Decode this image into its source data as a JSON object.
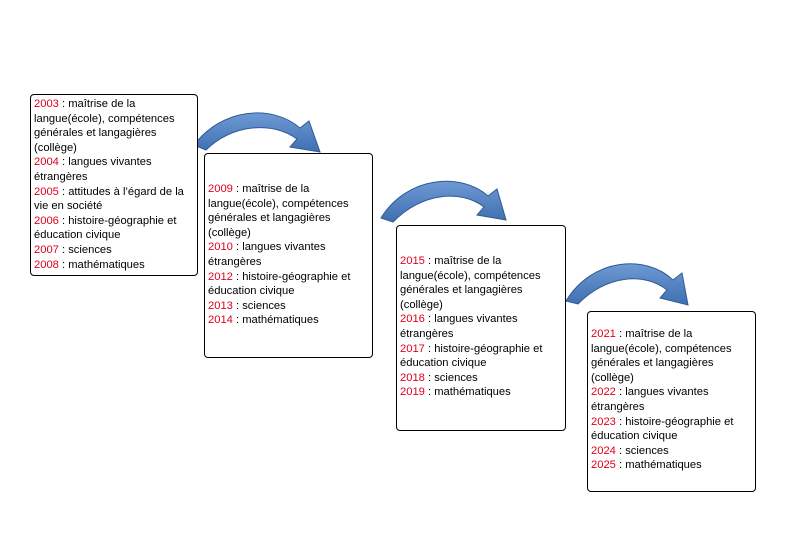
{
  "boxes": [
    {
      "entries": [
        {
          "year": "2003",
          "text": " : maîtrise de la langue(école), compétences générales et langagières (collège)"
        },
        {
          "year": "2004",
          "text": " : langues vivantes étrangères"
        },
        {
          "year": "2005",
          "text": " : attitudes à l’égard de la vie en société"
        },
        {
          "year": "2006",
          "text": " : histoire-géographie et éducation civique"
        },
        {
          "year": "2007",
          "text": " : sciences"
        },
        {
          "year": "2008",
          "text": " : mathématiques"
        }
      ]
    },
    {
      "entries": [
        {
          "year": "2009",
          "text": " : maîtrise de la langue(école), compétences générales et langagières (collège)"
        },
        {
          "year": "2010",
          "text": " : langues vivantes étrangères"
        },
        {
          "year": " 2012",
          "text": " : histoire-géographie et éducation civique"
        },
        {
          "year": "2013",
          "text": " : sciences"
        },
        {
          "year": "2014",
          "text": " : mathématiques"
        }
      ]
    },
    {
      "entries": [
        {
          "year": "2015",
          "text": " : maîtrise de la langue(école), compétences générales et langagières (collège)"
        },
        {
          "year": "2016",
          "text": " : langues vivantes étrangères"
        },
        {
          "year": " 2017",
          "text": " : histoire-géographie et éducation civique"
        },
        {
          "year": "2018",
          "text": " : sciences"
        },
        {
          "year": "2019",
          "text": " : mathématiques"
        }
      ]
    },
    {
      "entries": [
        {
          "year": "2021",
          "text": " : maîtrise de la langue(école), compétences générales et langagières (collège)"
        },
        {
          "year": "2022",
          "text": " : langues vivantes étrangères"
        },
        {
          "year": " 2023",
          "text": " : histoire-géographie et éducation civique"
        },
        {
          "year": "2024",
          "text": " : sciences"
        },
        {
          "year": "2025",
          "text": " : mathématiques"
        }
      ]
    }
  ],
  "colors": {
    "year": "#e0001b",
    "arrow_fill": "#4f7fc0",
    "arrow_edge": "#2f5a96",
    "border": "#000000"
  },
  "arrow_icon": "curved-arrow-right-icon"
}
